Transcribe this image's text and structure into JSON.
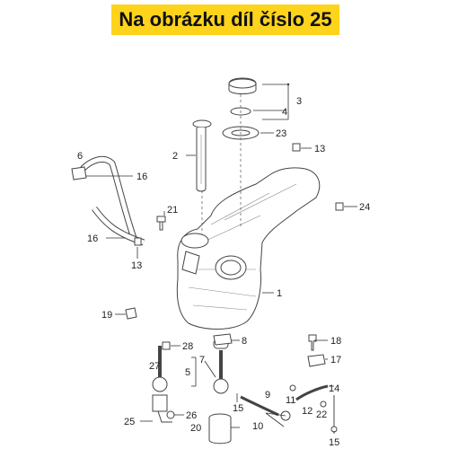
{
  "banner": {
    "text": "Na obrázku díl číslo 25",
    "background": "#fdd31c"
  },
  "parts": {
    "p1": "1",
    "p2": "2",
    "p3": "3",
    "p4": "4",
    "p5": "5",
    "p6": "6",
    "p7": "7",
    "p8": "8",
    "p9": "9",
    "p10": "10",
    "p11": "11",
    "p12": "12",
    "p13a": "13",
    "p13b": "13",
    "p14": "14",
    "p15a": "15",
    "p15b": "15",
    "p16a": "16",
    "p16b": "16",
    "p17": "17",
    "p18": "18",
    "p19": "19",
    "p20": "20",
    "p21": "21",
    "p22": "22",
    "p23": "23",
    "p24": "24",
    "p25": "25",
    "p26": "26",
    "p27": "27",
    "p28": "28"
  }
}
